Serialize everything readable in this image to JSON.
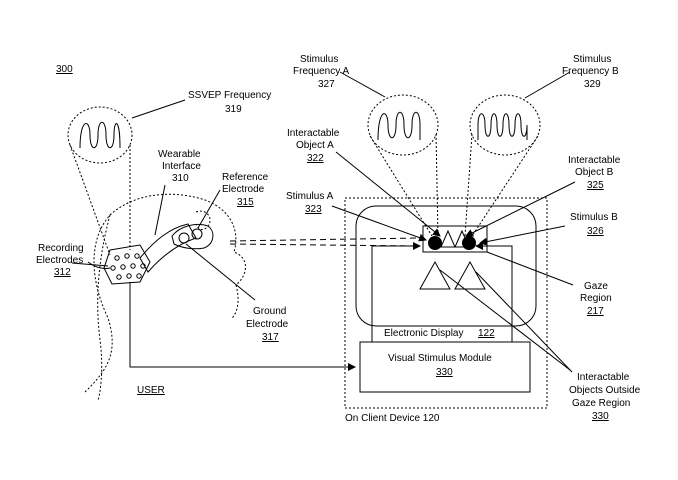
{
  "figure_number": "300",
  "labels": {
    "ssvep_freq": {
      "line1": "SSVEP Frequency",
      "ref": "319"
    },
    "wearable": {
      "line1": "Wearable",
      "line2": "Interface",
      "ref": "310"
    },
    "reference_electrode": {
      "line1": "Reference",
      "line2": "Electrode",
      "ref": "315"
    },
    "recording_electrodes": {
      "line1": "Recording",
      "line2": "Electrodes",
      "ref": "312"
    },
    "ground_electrode": {
      "line1": "Ground",
      "line2": "Electrode",
      "ref": "317"
    },
    "user": "USER",
    "stim_freq_a": {
      "line1": "Stimulus",
      "line2": "Frequency A",
      "ref": "327"
    },
    "stim_freq_b": {
      "line1": "Stimulus",
      "line2": "Frequency B",
      "ref": "329"
    },
    "obj_a": {
      "line1": "Interactable",
      "line2": "Object A",
      "ref": "322"
    },
    "obj_b": {
      "line1": "Interactable",
      "line2": "Object B",
      "ref": "325"
    },
    "stim_a": {
      "line1": "Stimulus A",
      "ref": "323"
    },
    "stim_b": {
      "line1": "Stimulus B",
      "ref": "326"
    },
    "gaze_region": {
      "line1": "Gaze",
      "line2": "Region",
      "ref": "217"
    },
    "electronic_display": {
      "line1": "Electronic Display",
      "ref": "122"
    },
    "vsm": {
      "line1": "Visual Stimulus Module",
      "ref": "330"
    },
    "outside": {
      "line1": "Interactable",
      "line2": "Objects Outside",
      "line3": "Gaze Region",
      "ref": "330"
    },
    "client_device": "On Client Device 120"
  }
}
